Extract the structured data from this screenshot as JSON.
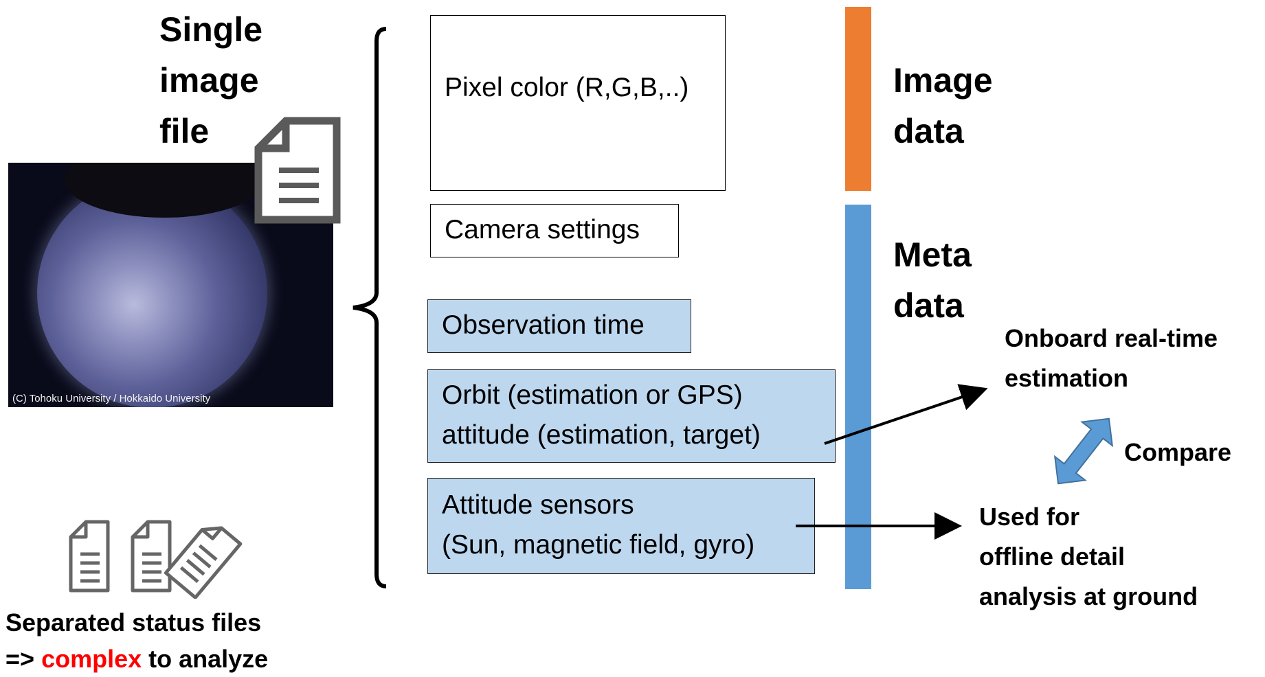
{
  "title": {
    "line1": "Single",
    "line2": "image",
    "line3": "file"
  },
  "photo": {
    "caption": "(C)  Tohoku University / Hokkaido University"
  },
  "status_files": {
    "caption_line1": "Separated status files",
    "caption_prefix": "=> ",
    "caption_highlight": "complex",
    "caption_suffix": " to analyze",
    "highlight_color": "#ff0000"
  },
  "boxes": {
    "pixel_color": "Pixel color (R,G,B,..)",
    "camera_settings": "Camera settings",
    "observation_time": "Observation time",
    "orbit_line1": "Orbit (estimation or GPS)",
    "orbit_line2": "attitude (estimation, target)",
    "sensors_line1": "Attitude sensors",
    "sensors_line2": "(Sun, magnetic field, gyro)"
  },
  "labels": {
    "image_data_line1": "Image",
    "image_data_line2": "data",
    "meta_data_line1": "Meta",
    "meta_data_line2": "data"
  },
  "notes": {
    "onboard_line1": "Onboard real-time",
    "onboard_line2": "estimation",
    "compare": "Compare",
    "used_line1": "Used for",
    "used_line2": "offline detail",
    "used_line3": "analysis at ground"
  },
  "colors": {
    "image_bar": "#ed7d31",
    "meta_bar": "#5b9bd5",
    "blue_box": "#bdd7ee",
    "compare_arrow": "#5b9bd5"
  },
  "icons": [
    "document-icon",
    "documents-group-icon"
  ]
}
